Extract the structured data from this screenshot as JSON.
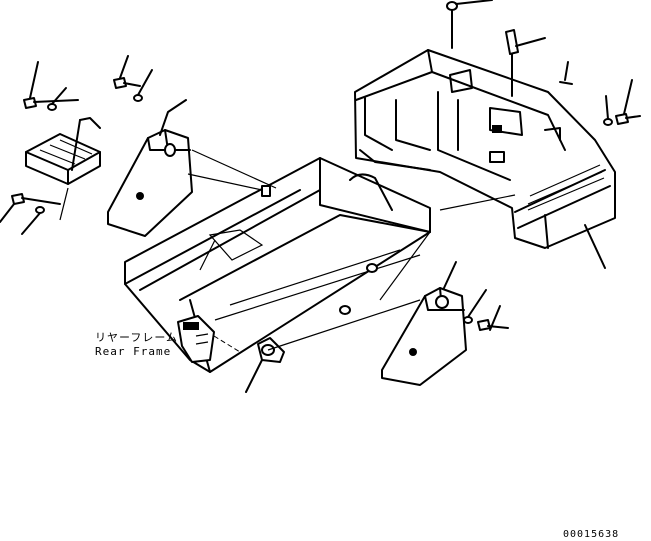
{
  "labels": {
    "rear_frame_jp": "リヤーフレーム",
    "rear_frame_en": "Rear Frame"
  },
  "drawing_number": "00015638",
  "colors": {
    "ink": "#000000",
    "paper": "#ffffff"
  }
}
